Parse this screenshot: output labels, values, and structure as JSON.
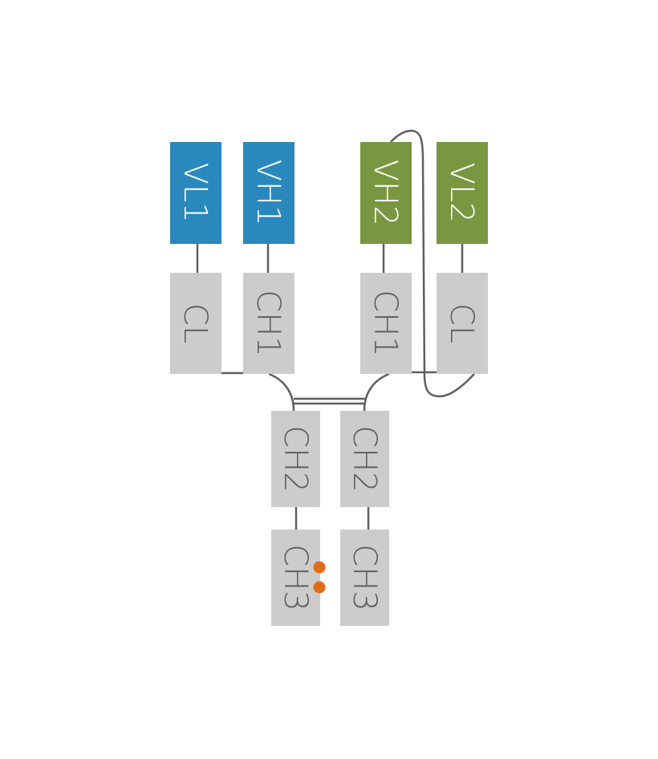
{
  "colors": {
    "heavy_chain_1": "#2988BC",
    "heavy_chain_2": "#799740",
    "constant_domain": "#CCCCCC",
    "connector": "#5F5F5F",
    "mutation_dot": "#E06C1A",
    "variable_text": "#FFFFFF",
    "constant_text": "#5F5F5F"
  },
  "domains": {
    "vl1": "VL1",
    "vh1": "VH1",
    "vh2": "VH2",
    "vl2": "VL2",
    "cl_left": "CL",
    "ch1_left": "CH1",
    "ch1_right": "CH1",
    "cl_right": "CL",
    "ch2_left": "CH2",
    "ch2_right": "CH2",
    "ch3_left": "CH3",
    "ch3_right": "CH3"
  }
}
